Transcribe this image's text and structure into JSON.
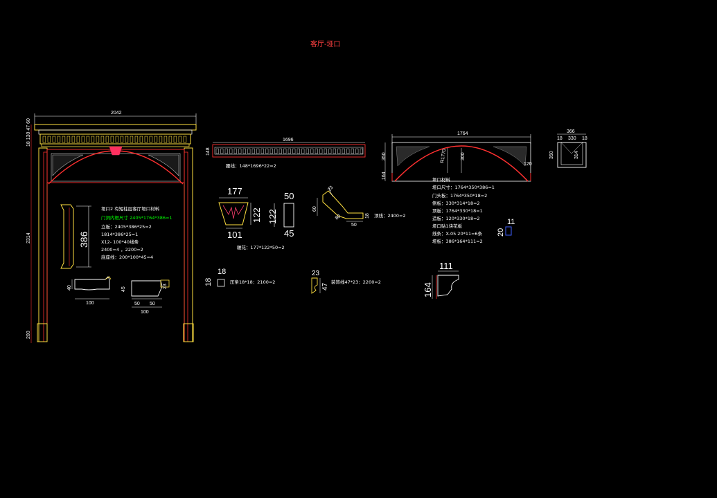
{
  "title": "客厅-垭口",
  "main_frame": {
    "width_dim": "2042",
    "height_dim": "2314",
    "top_stack_dim": "18 130 47 60",
    "base_dim": "200"
  },
  "notes_left": {
    "lines": [
      "垭口2  有短柱层客厅垭口材料",
      "门洞内框尺寸 2405*1764*386=1",
      "立板：2405*386*25=2",
      "  1814*386*25=1",
      "X12- 100*40线条",
      "  2400=4 ，2200=2",
      "底座线：200*100*45=4"
    ],
    "highlight_index": 1
  },
  "side_profile": {
    "height_dim": "386"
  },
  "cap_profile": {
    "h_dim": "40",
    "w_dim": "100"
  },
  "base_profile": {
    "h1": "45",
    "h2": "23",
    "w1": "50",
    "w2": "50",
    "w_total": "100"
  },
  "dentil_band": {
    "width_dim": "1696",
    "height_dim": "148",
    "note": "腰线：148*1696*22=2"
  },
  "keystone": {
    "top_dim": "177",
    "bottom_dim": "101",
    "height_dim": "122",
    "note": "雕花：177*122*50=2"
  },
  "side_block": {
    "top_dim": "50",
    "height_dim": "122",
    "bottom_dim": "45"
  },
  "crown": {
    "dim_a": "23",
    "dim_b": "60",
    "dim_c": "80",
    "dim_d": "50",
    "dim_e": "18",
    "note": "顶线：2400=2"
  },
  "square_strip": {
    "w": "18",
    "h": "18",
    "note": "压条18*18：2100=2"
  },
  "small_molding": {
    "w": "23",
    "h": "47",
    "note": "装饰线47*23：2200=2"
  },
  "arch": {
    "width_dim": "1764",
    "h1": "350",
    "h2": "164",
    "r1": "R1770",
    "r2": "300",
    "r3": "120"
  },
  "arch_notes": {
    "lines": [
      "垭口材料",
      "垭口尺寸：1764*350*386=1",
      "门头板：1764*350*18=2",
      "侧板：330*314*18=2",
      "顶板：1764*330*18=1",
      "造板：120*330*18=2",
      "垭口贴1块花板",
      "线条：X-05  20*11=6条",
      "垭板：386*164*111=2"
    ]
  },
  "box_section": {
    "top_total": "366",
    "t1": "18",
    "t2": "330",
    "t3": "18",
    "h1": "350",
    "h2": "314"
  },
  "tiny_bead": {
    "w": "11",
    "h": "20"
  },
  "corbel": {
    "w": "111",
    "h": "164"
  }
}
